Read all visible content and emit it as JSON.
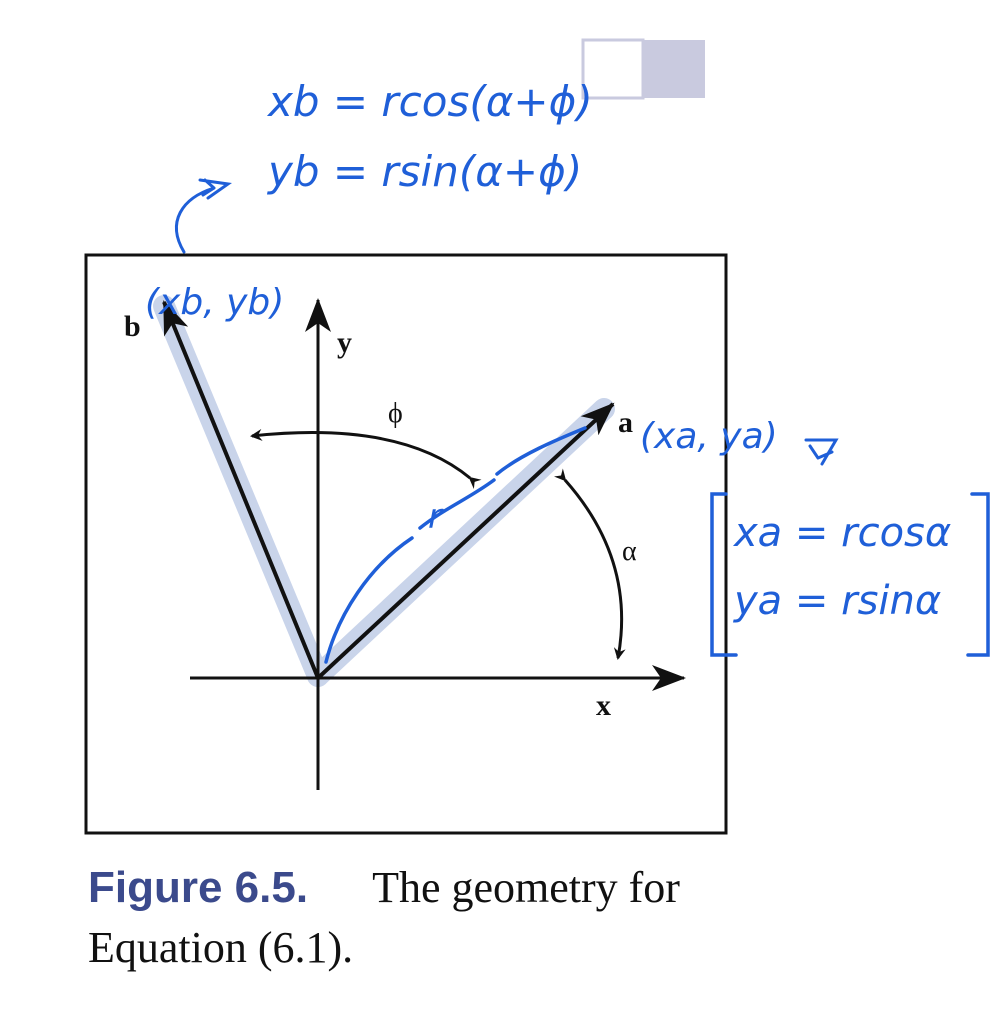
{
  "figure": {
    "vector_a_label": "a",
    "vector_b_label": "b",
    "x_axis_label": "x",
    "y_axis_label": "y",
    "phi_label": "ϕ",
    "alpha_label": "α",
    "r_label": "r"
  },
  "annotations": {
    "xb_eq": "xb = rcos(α+ϕ)",
    "yb_eq": "yb = rsin(α+ϕ)",
    "b_coords": "(xb, yb)",
    "a_coords": "(xa, ya)",
    "xa_eq": "xa = rcosα",
    "ya_eq": "ya = rsinα"
  },
  "caption": {
    "label": "Figure 6.5.",
    "text": "The geometry for Equation (6.1)."
  },
  "colors": {
    "ink": "#111111",
    "handwriting": "#1f5fd8",
    "highlight": "#c9d4ea",
    "caption_label": "#3b4a8c",
    "swatch": "#c9cadf"
  }
}
